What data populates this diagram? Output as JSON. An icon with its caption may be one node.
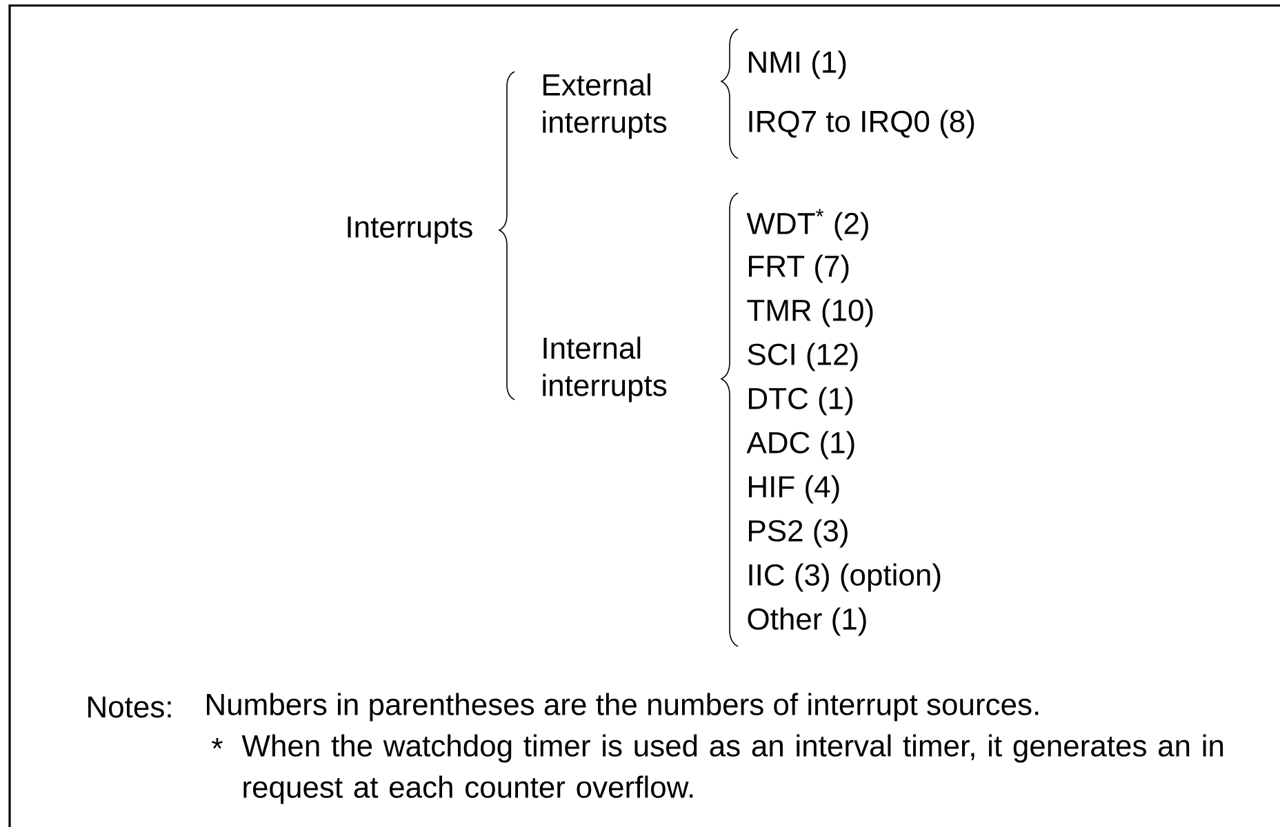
{
  "diagram": {
    "nodes": [
      {
        "text": [
          "Interrupts"
        ]
      },
      {
        "text": [
          "External interrupts"
        ]
      },
      {
        "text": [
          "Internal interrupts"
        ]
      },
      {
        "text": [
          "NMI (1)"
        ]
      },
      {
        "text": [
          "IRQ7 to IRQ0 (8)"
        ]
      },
      {
        "text": [
          "WDT$^{*}$ (2)"
        ]
      },
      {
        "text": [
          "FRT (7)"
        ]
      },
      {
        "text": [
          "TMR (10)"
        ]
      },
      {
        "text": [
          "SCI (12)"
        ]
      },
      {
        "text": [
          "DTC (1)"
        ]
      },
      {
        "text": [
          "ADC (1)"
        ]
      },
      {
        "text": [
          "HIF (4)"
        ]
      },
      {
        "text": [
          "PS2 (3)"
        ]
      },
      {
        "text": [
          "IIC (3) (option)"
        ]
      },
      {
        "text": [
          "Other (1)"
        ]
      }
    ],
    "labels": [
      "Notes:",
      "Numbers in parentheses are the numbers of interrupt sources.",
      "*",
      "When the watchdog timer is used as an interval timer, it generates an in request at each counter overflow."
    ]
  }
}
